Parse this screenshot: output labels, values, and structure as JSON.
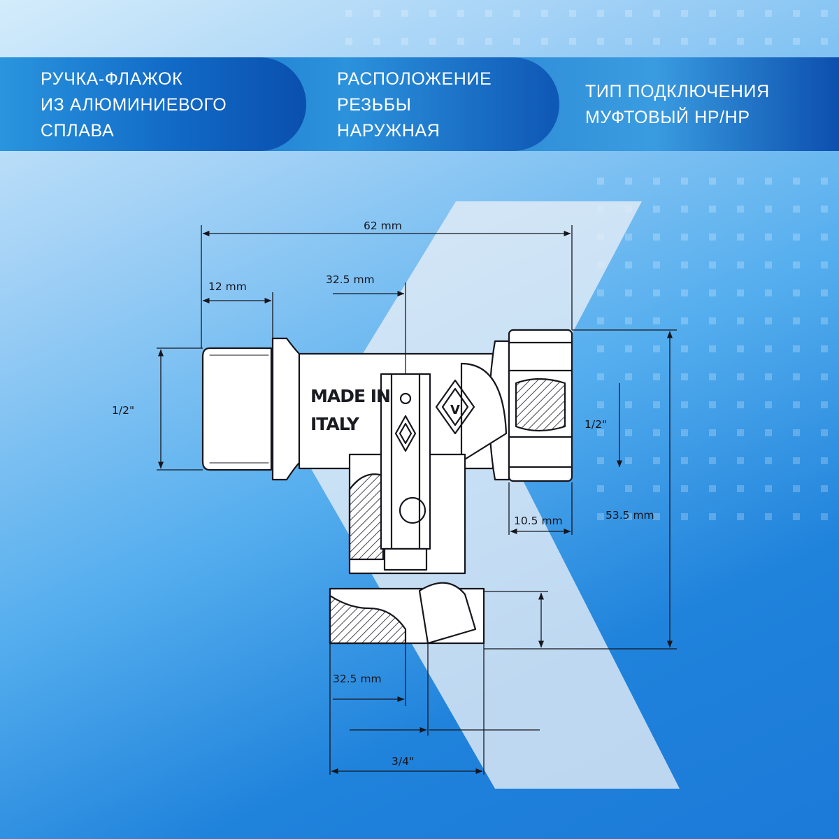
{
  "banner": {
    "item1": {
      "line1": "РУЧКА-ФЛАЖОК",
      "line2": "ИЗ АЛЮМИНИЕВОГО",
      "line3": "СПЛАВА"
    },
    "item2": {
      "line1": "РАСПОЛОЖЕНИЕ",
      "line2": "РЕЗЬБЫ",
      "line3": "НАРУЖНАЯ"
    },
    "item3": {
      "line1": "ТИП ПОДКЛЮЧЕНИЯ",
      "line2": "МУФТОВЫЙ НР/НР"
    }
  },
  "drawing": {
    "dim_total_width": "62 mm",
    "dim_left_thread_length": "12 mm",
    "dim_axis_offset_top": "32.5 mm",
    "dim_left_thread": "1/2\"",
    "dim_right_thread": "1/2\"",
    "dim_right_nut_length": "10.5 mm",
    "dim_total_height": "53.5 mm",
    "dim_axis_offset_bottom": "32.5 mm",
    "dim_bottom_thread": "3/4\"",
    "marking_line1": "MADE IN",
    "marking_line2": "ITALY",
    "logo_letter": "V"
  },
  "colors": {
    "band_dark": "#0a4fae",
    "band_light": "#2a95de",
    "background_light": "#d4ecfb",
    "background_dark": "#1c7ad8",
    "drawing_ink": "#16161e"
  }
}
